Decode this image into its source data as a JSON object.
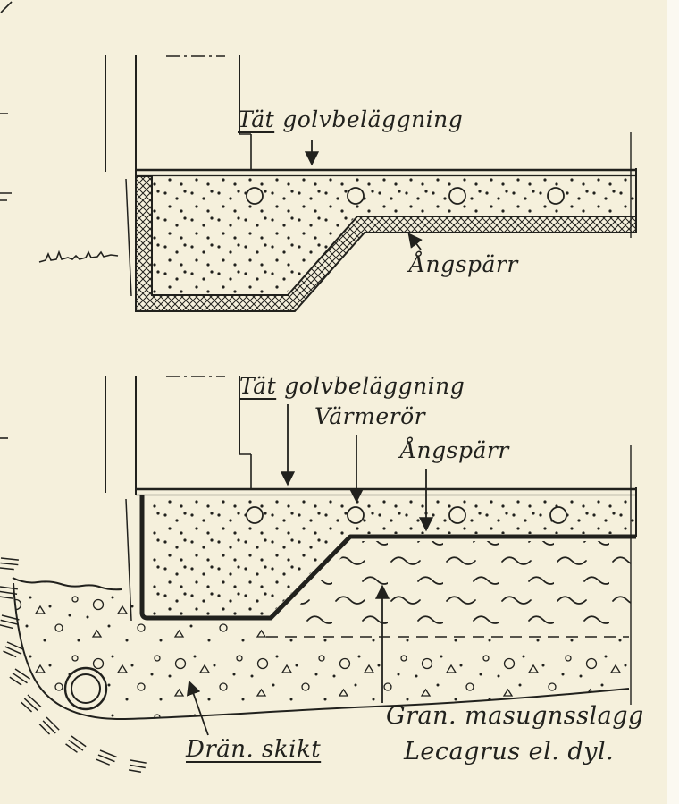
{
  "colors": {
    "paper": "#f5f0dc",
    "ink": "#21211d"
  },
  "figure_top": {
    "labels": {
      "floor_covering_word1": "Tät",
      "floor_covering_word2": "golvbeläggning",
      "vapor_barrier": "Ångspärr"
    }
  },
  "figure_bottom": {
    "labels": {
      "floor_covering_word1": "Tät",
      "floor_covering_word2": "golvbeläggning",
      "heating_pipe": "Värmerör",
      "vapor_barrier": "Ångspärr",
      "drainage_layer": "Drän. skikt",
      "fill_material_line1": "Gran. masugnsslagg",
      "fill_material_line2": "Lecagrus el. dyl."
    }
  }
}
